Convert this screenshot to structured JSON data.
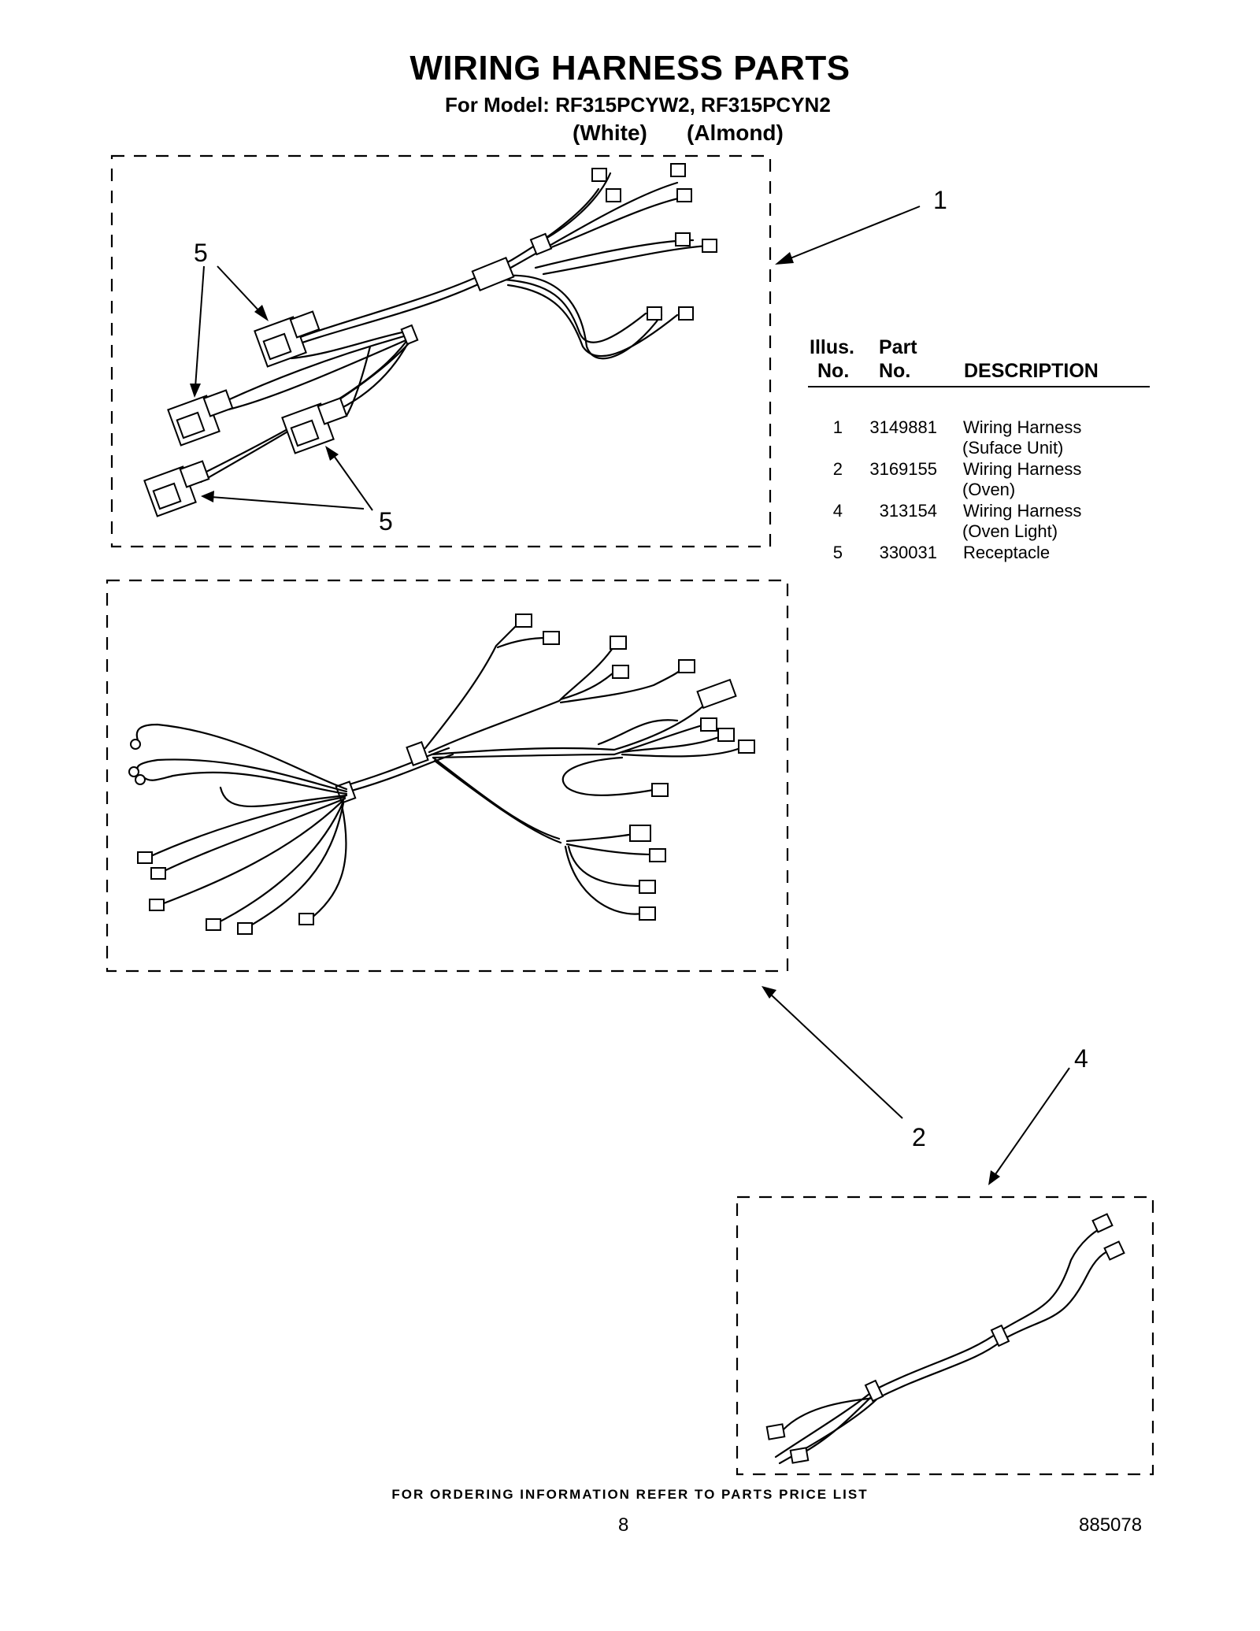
{
  "header": {
    "title": "WIRING HARNESS PARTS",
    "model_line": "For Model: RF315PCYW2, RF315PCYN2",
    "color_white": "(White)",
    "color_almond": "(Almond)"
  },
  "callouts": {
    "harness_surface": "1",
    "harness_oven": "2",
    "harness_oven_light": "4",
    "receptacle_upper": "5",
    "receptacle_lower": "5"
  },
  "parts_table": {
    "headers": {
      "illus_top": "Illus.",
      "illus_bottom": "No.",
      "part_top": "Part",
      "part_bottom": "No.",
      "description": "DESCRIPTION"
    },
    "rows": [
      {
        "illus": "1",
        "part": "3149881",
        "desc": "Wiring Harness",
        "desc2": "(Suface Unit)"
      },
      {
        "illus": "2",
        "part": "3169155",
        "desc": "Wiring Harness",
        "desc2": "(Oven)"
      },
      {
        "illus": "4",
        "part": "313154",
        "desc": "Wiring Harness",
        "desc2": "(Oven Light)"
      },
      {
        "illus": "5",
        "part": "330031",
        "desc": "Receptacle",
        "desc2": ""
      }
    ]
  },
  "footer": {
    "note": "FOR ORDERING INFORMATION REFER TO PARTS PRICE LIST",
    "page_number": "8",
    "doc_number": "885078"
  }
}
